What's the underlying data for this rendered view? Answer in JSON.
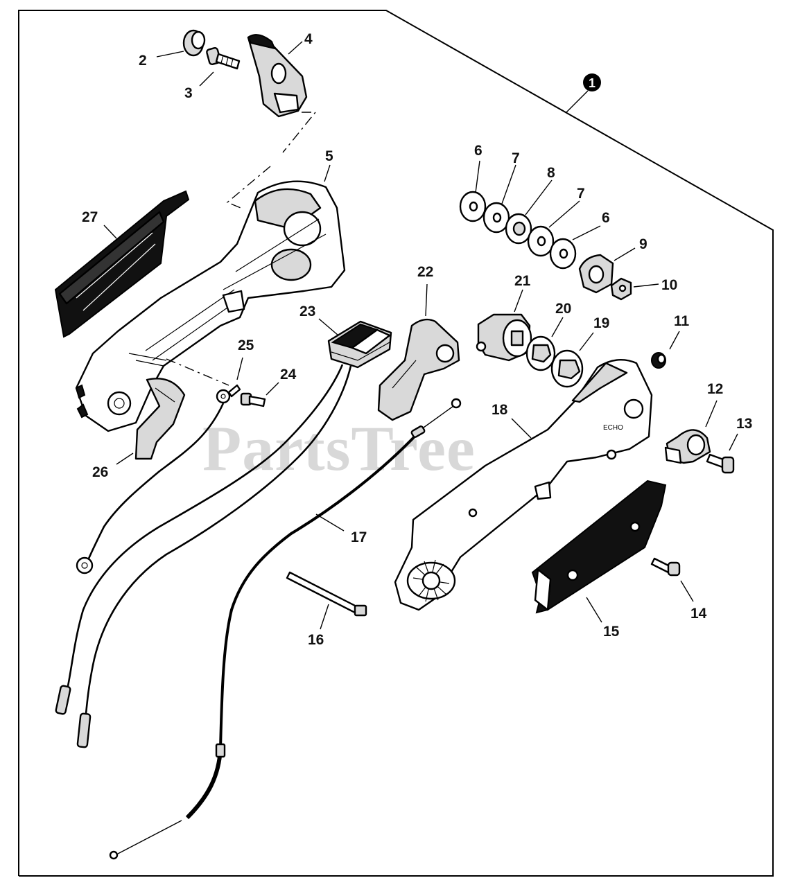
{
  "diagram": {
    "watermark": "PartsTree",
    "assembly_callout": "1",
    "labels": [
      "2",
      "3",
      "4",
      "5",
      "6",
      "7",
      "8",
      "7",
      "6",
      "9",
      "10",
      "11",
      "12",
      "13",
      "14",
      "15",
      "16",
      "17",
      "18",
      "19",
      "20",
      "21",
      "22",
      "23",
      "24",
      "25",
      "26",
      "27"
    ]
  }
}
